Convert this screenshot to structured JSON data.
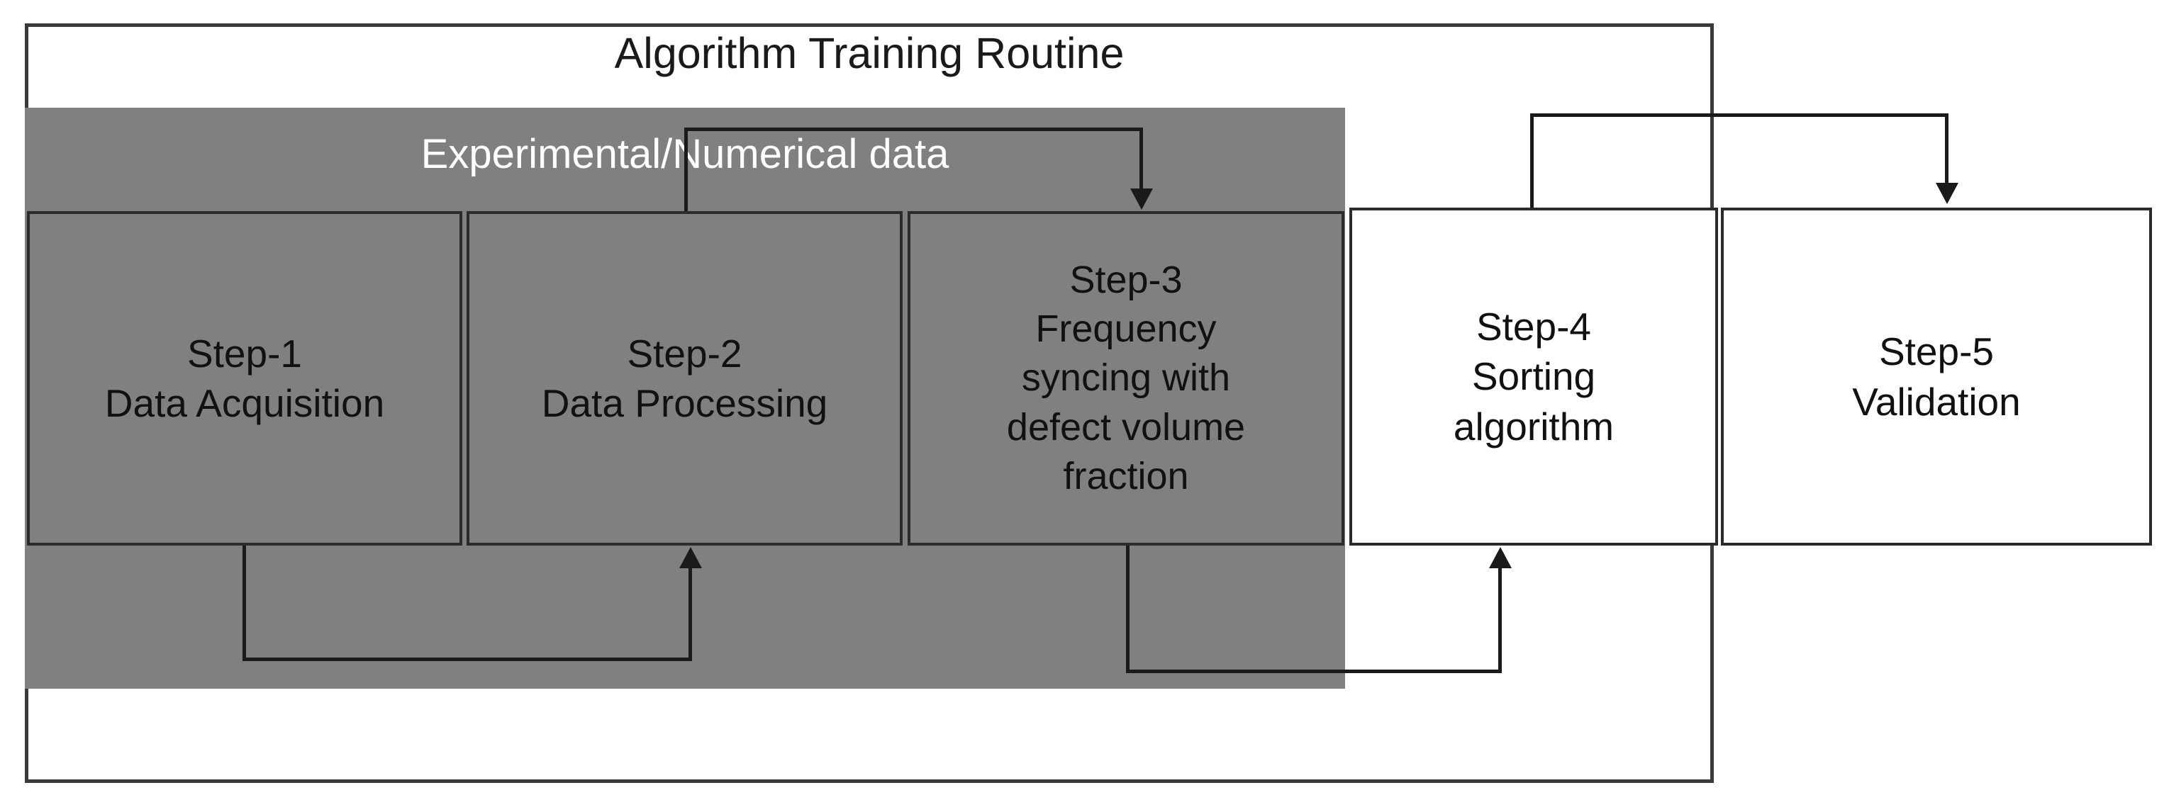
{
  "diagram": {
    "title": "Algorithm Training Routine",
    "band_label": "Experimental/Numerical data",
    "colors": {
      "band_fill": "#808080",
      "band_text": "#ffffff",
      "box_stroke": "#2b2b2b",
      "line": "#1a1a1a",
      "page_background": "#ffffff",
      "title_text": "#1a1a1a"
    },
    "steps": [
      {
        "id": "step-1",
        "number": "Step-1",
        "name": "Data Acquisition",
        "label": "Step-1\nData Acquisition",
        "region": "Experimental/Numerical data",
        "fill": "#808080"
      },
      {
        "id": "step-2",
        "number": "Step-2",
        "name": "Data Processing",
        "label": "Step-2\nData Processing",
        "region": "Experimental/Numerical data",
        "fill": "#808080"
      },
      {
        "id": "step-3",
        "number": "Step-3",
        "name": "Frequency syncing with defect volume fraction",
        "label": "Step-3\nFrequency\nsyncing with\ndefect volume\nfraction",
        "region": "Experimental/Numerical data",
        "fill": "#808080"
      },
      {
        "id": "step-4",
        "number": "Step-4",
        "name": "Sorting algorithm",
        "label": "Step-4\nSorting\nalgorithm",
        "region": "Algorithm Training Routine",
        "fill": "#ffffff"
      },
      {
        "id": "step-5",
        "number": "Step-5",
        "name": "Validation",
        "label": "Step-5\nValidation",
        "region": "Algorithm Training Routine",
        "fill": "#ffffff"
      }
    ],
    "connectors": [
      {
        "id": "conn-data-to-step3",
        "from": "Experimental/Numerical data",
        "to": "Step-3",
        "direction": "down",
        "style": "orthogonal"
      },
      {
        "id": "conn-step1-to-step2",
        "from": "Step-1",
        "to": "Step-2",
        "direction": "up",
        "style": "orthogonal-feedback"
      },
      {
        "id": "conn-step3-to-step4",
        "from": "Step-3",
        "to": "Step-4",
        "direction": "up",
        "style": "orthogonal-feedback"
      },
      {
        "id": "conn-step4-to-step5",
        "from": "Step-4",
        "to": "Step-5",
        "direction": "down",
        "style": "orthogonal"
      }
    ]
  }
}
